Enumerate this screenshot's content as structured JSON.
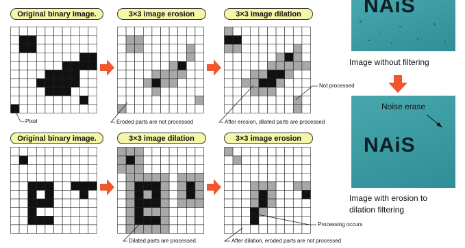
{
  "rows": [
    {
      "steps": [
        {
          "label": "Original binary image.",
          "label_prefix": "",
          "label_suffix": "",
          "cells": [
            "..........",
            ".##.......",
            ".##.......",
            "........##",
            "......####",
            "....####..",
            "...#####..",
            "....###...",
            "........#.",
            "#........."
          ]
        },
        {
          "label_prefix": "3",
          "label_times": "×",
          "label_mid": "3",
          "label_suffix": " image erosion",
          "cells": [
            "..........",
            ".gg.......",
            ".gg.....g.",
            "........g.",
            "......g#..",
            "....gggg..",
            "...g#gg...",
            "....g.....",
            ".........g",
            "g.........."
          ]
        },
        {
          "label_prefix": "3",
          "label_times": "×",
          "label_mid": "3",
          "label_suffix": " image dilation",
          "cells": [
            "g.........",
            "##........",
            "gg......g.",
            "......g#g.",
            ".....ggggg",
            "...gg##g..",
            "..gg##g...",
            "...ggg....",
            "........g.",
            "........g."
          ]
        }
      ]
    },
    {
      "steps": [
        {
          "label": "Original binary image.",
          "label_prefix": "",
          "label_suffix": "",
          "cells": [
            "..........",
            ".#........",
            "..........",
            "..........",
            "..###..###",
            "..#.#...#.",
            "..###.....",
            "..#.......",
            "..###.....",
            ".........."
          ]
        },
        {
          "label_prefix": "3",
          "label_times": "×",
          "label_mid": "3",
          "label_suffix": " image dilation",
          "cells": [
            "ggg.......",
            "g#g.......",
            "ggg.......",
            ".ggggg.ggg",
            ".g###g.g#g",
            ".g#g#g.g#g",
            ".g###g.ggg",
            ".g#ggg....",
            ".g###g....",
            ".ggggg...."
          ]
        },
        {
          "label_prefix": "3",
          "label_times": "×",
          "label_mid": "3",
          "label_suffix": " image erosion",
          "cells": [
            "g.........",
            ".g........",
            "..........",
            "..........",
            "...ggg..gg",
            "...g#g...#",
            "...g#g....",
            "...#g.....",
            "...#......",
            ".........."
          ]
        }
      ]
    }
  ],
  "annotations": {
    "pixel": "Pixel",
    "eroded_not_processed": "Eroded parts are not processed",
    "after_erosion_dilated": "After erosion, dilated parts are processed",
    "not_processed": "Not processed",
    "processing_occurs": "Processing occurs",
    "dilated_processed": "Dilated parts are processed.",
    "after_dilation_eroded": "After dilation, eroded parts are not processed"
  },
  "right_panel": {
    "logo_text": "NAiS",
    "caption_without": "Image without filtering",
    "noise_label": "Noise erase",
    "caption_with_line1": "Image with erosion to",
    "caption_with_line2": "dilation filtering"
  },
  "colors": {
    "pill_bg": "#f4f6a8",
    "arrow": "#f0572e",
    "pixel_black": "#111111",
    "pixel_gray": "#a8a8a8",
    "photo_teal": "#3a9ba2"
  }
}
